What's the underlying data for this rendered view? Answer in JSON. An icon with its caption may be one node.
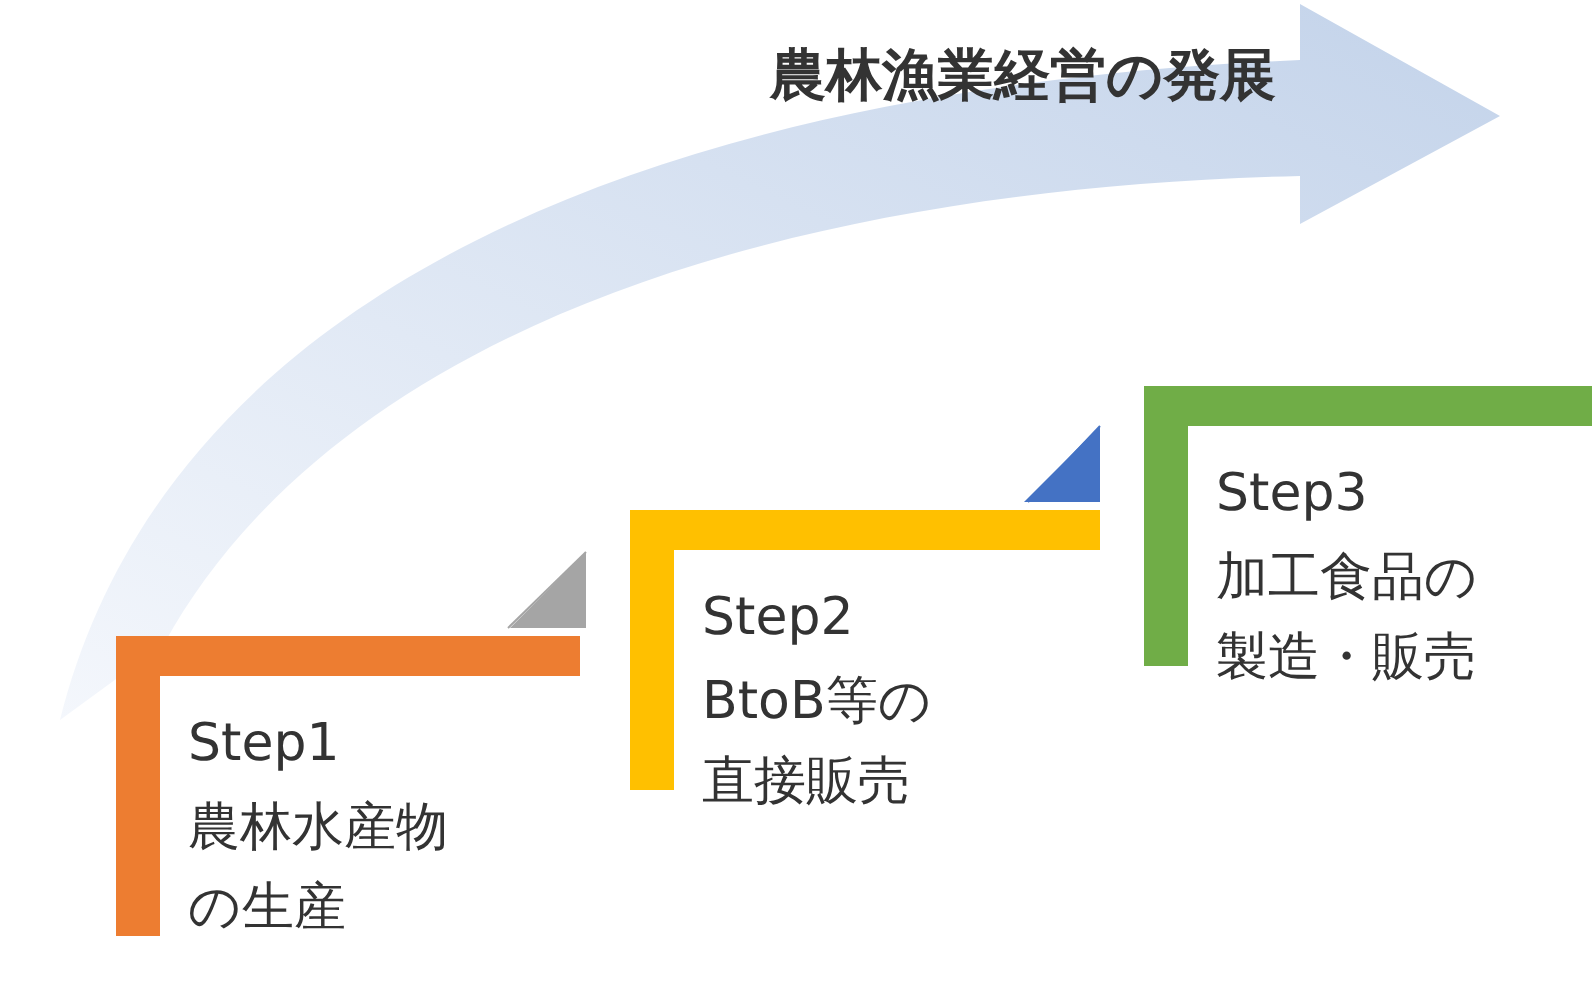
{
  "diagram": {
    "nodes": [
      {
        "text": [
          "Step1",
          "農林水産物の生産"
        ]
      },
      {
        "text": [
          "Step2",
          "BtoB等の直接販売"
        ]
      },
      {
        "text": [
          "Step3",
          "加工食品の製造・販売"
        ]
      }
    ],
    "edges": [
      {
        "from": 0,
        "to": 1,
        "arrow": "to",
        "color": "#a5a5a5"
      },
      {
        "from": 1,
        "to": 2,
        "arrow": "to",
        "color": "#4472c4"
      }
    ],
    "labels": [
      "農林漁業経営の発展"
    ]
  }
}
